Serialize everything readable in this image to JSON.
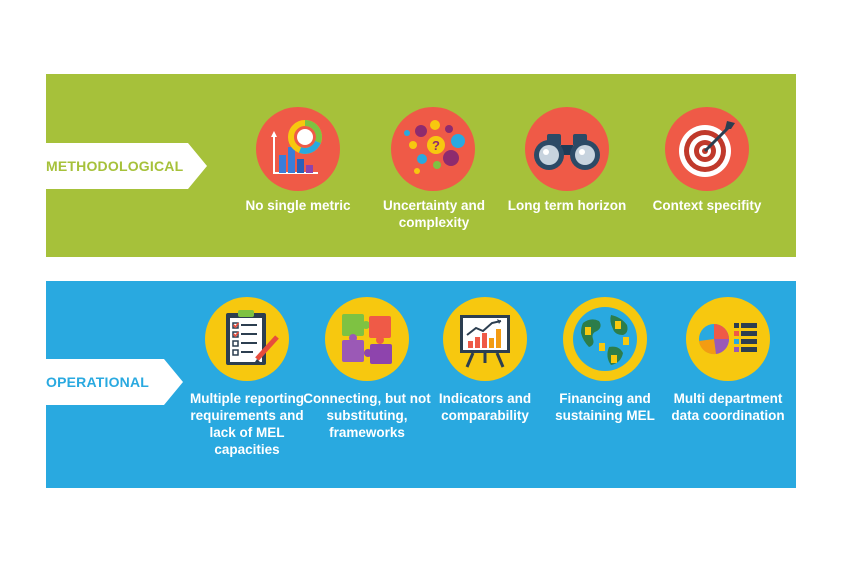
{
  "colors": {
    "methodological": "#a6c13a",
    "operational": "#29a9e0",
    "meth_circle": "#ef5a47",
    "op_circle": "#f7c80f"
  },
  "methodological": {
    "title": "METHODOLOGICAL",
    "items": [
      {
        "label": "No single metric",
        "icon": "bar-donut-chart-icon"
      },
      {
        "label": "Uncertainty and complexity",
        "icon": "question-bubbles-icon"
      },
      {
        "label": "Long term horizon",
        "icon": "binoculars-icon"
      },
      {
        "label": "Context specifity",
        "icon": "target-dart-icon"
      }
    ]
  },
  "operational": {
    "title": "OPERATIONAL",
    "items": [
      {
        "label": "Multiple reporting requirements and lack of MEL capacities",
        "icon": "clipboard-checklist-icon"
      },
      {
        "label": "Connecting, but not substituting, frameworks",
        "icon": "puzzle-pieces-icon"
      },
      {
        "label": "Indicators and comparability",
        "icon": "presentation-chart-icon"
      },
      {
        "label": "Financing and sustaining MEL",
        "icon": "globe-icon"
      },
      {
        "label": "Multi department data coordination",
        "icon": "pie-list-icon"
      }
    ]
  }
}
